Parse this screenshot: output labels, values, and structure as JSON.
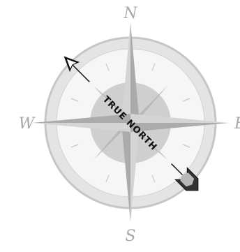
{
  "compass": {
    "label_n": "N",
    "label_s": "S",
    "label_w": "W",
    "label_e": "E",
    "arrow_label": "TRUE NORTH"
  },
  "colors": {
    "ring_outer": "#e3e3e3",
    "ring_stroke": "#bdbdbd",
    "star_light": "#d6d6d6",
    "star_dark": "#b3b3b3",
    "hub": "#cfcfcf",
    "arrow_ink": "#111111",
    "cardinal_text": "#a8a8a8"
  },
  "icons": {
    "compass_rose": "compass-rose-icon",
    "arrow": "true-north-arrow-icon"
  }
}
